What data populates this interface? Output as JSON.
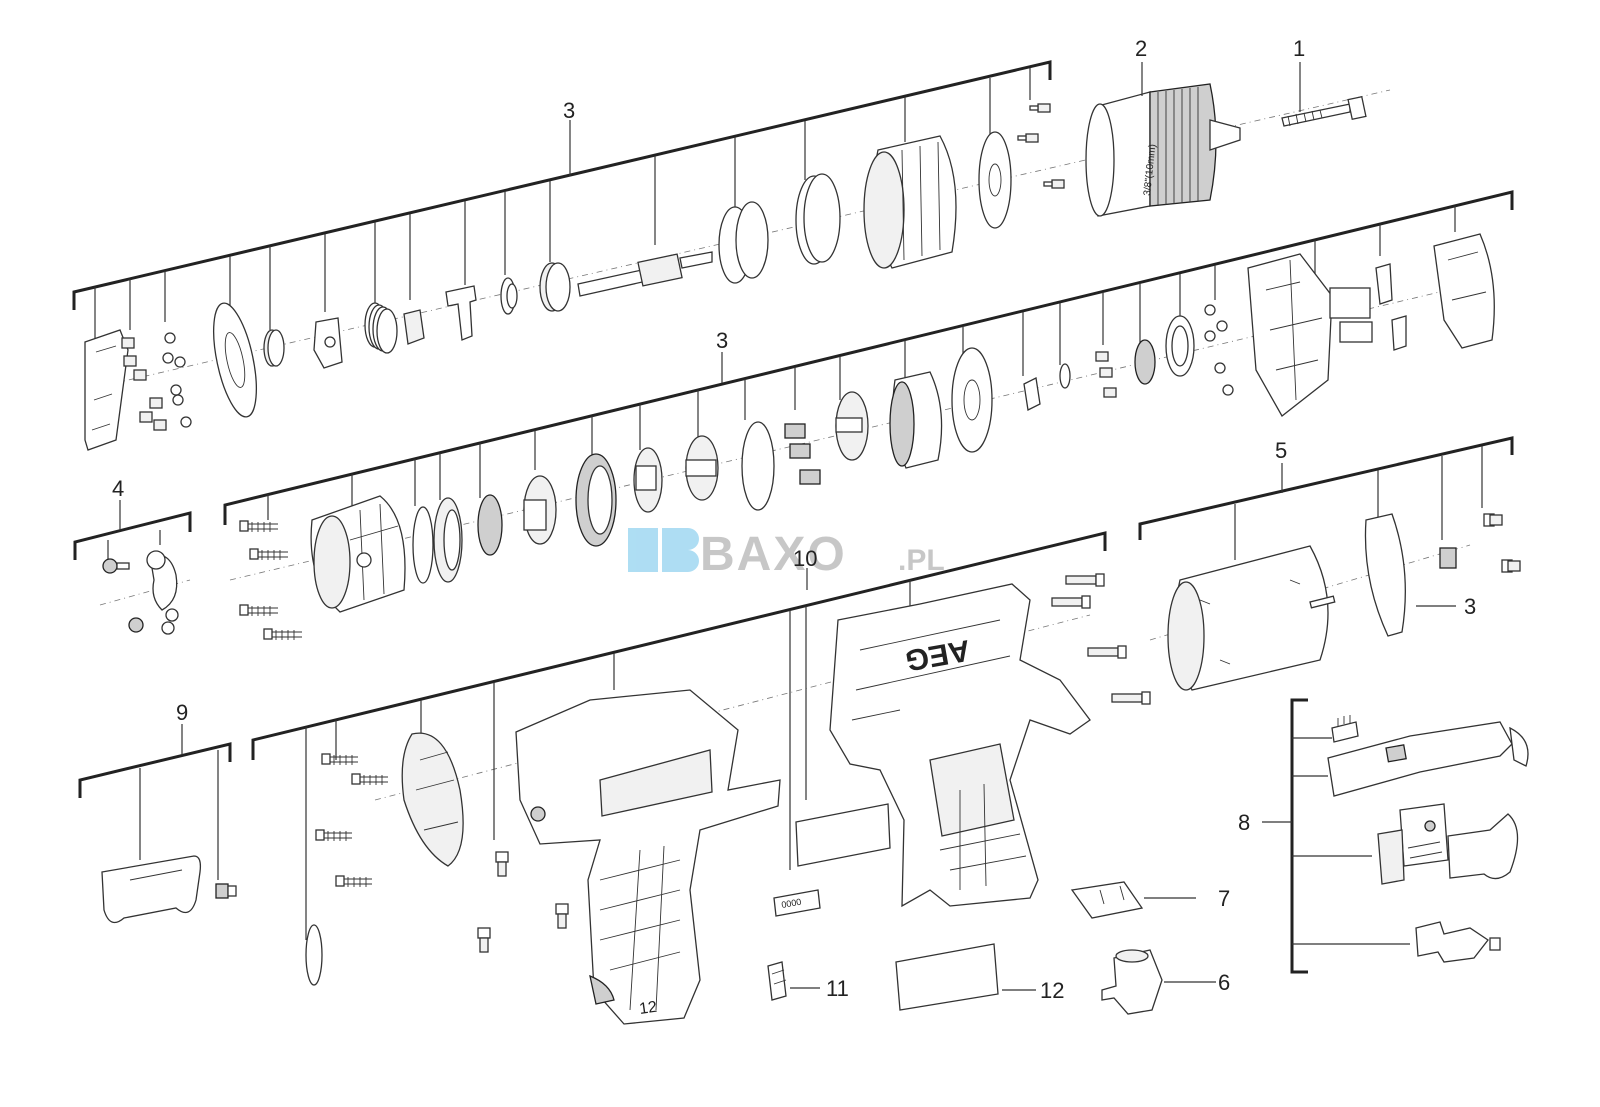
{
  "diagram": {
    "callouts": [
      {
        "id": "label-1",
        "text": "1"
      },
      {
        "id": "label-2",
        "text": "2"
      },
      {
        "id": "label-3-top",
        "text": "3"
      },
      {
        "id": "label-3-mid",
        "text": "3"
      },
      {
        "id": "label-3-motor",
        "text": "3"
      },
      {
        "id": "label-4",
        "text": "4"
      },
      {
        "id": "label-5",
        "text": "5"
      },
      {
        "id": "label-6",
        "text": "6"
      },
      {
        "id": "label-7",
        "text": "7"
      },
      {
        "id": "label-8",
        "text": "8"
      },
      {
        "id": "label-9",
        "text": "9"
      },
      {
        "id": "label-10",
        "text": "10"
      },
      {
        "id": "label-11",
        "text": "11"
      },
      {
        "id": "label-12",
        "text": "12"
      }
    ],
    "chuck_marking": "3/8\"(10mm)",
    "housing_marking": "AEG",
    "battery_marking": "12",
    "sticker_marking": "0000"
  },
  "watermark": {
    "brand": "BAXO",
    "suffix": ".PL",
    "color": "#6cc3ea"
  }
}
